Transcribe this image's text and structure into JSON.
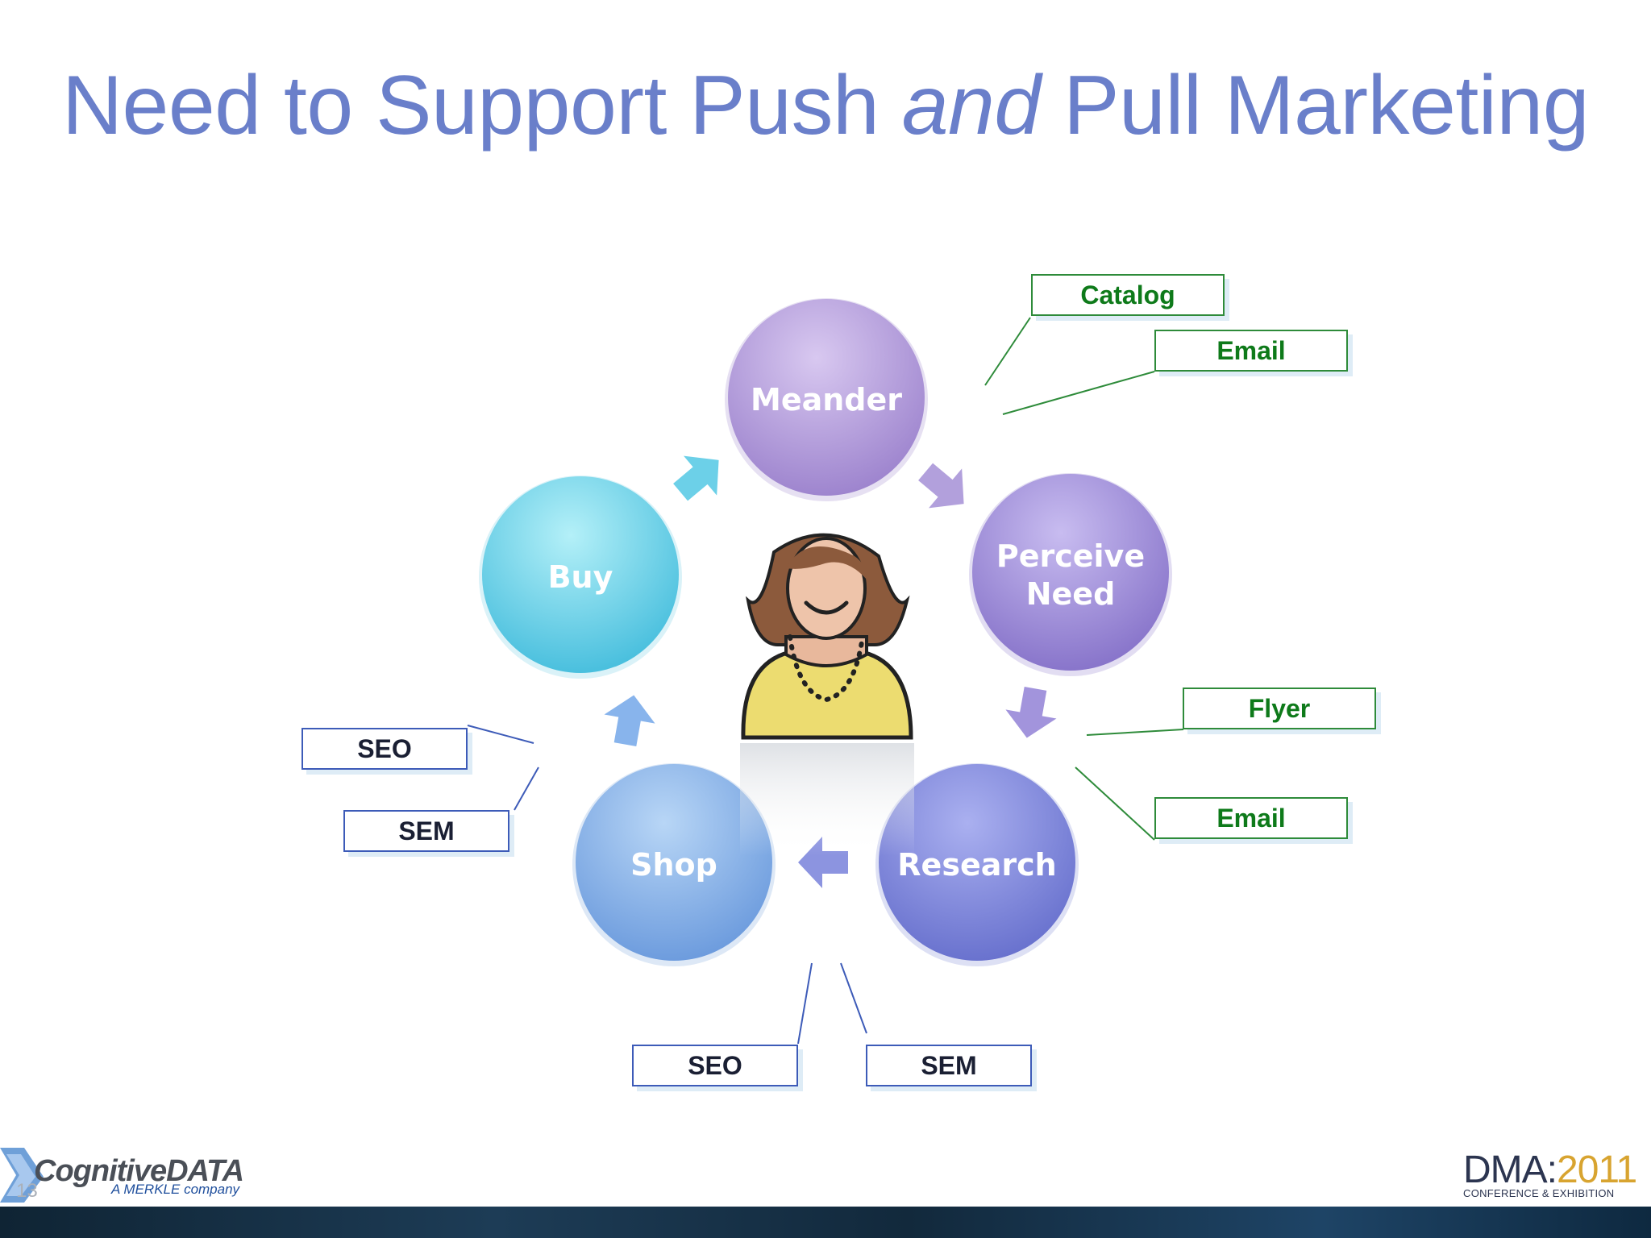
{
  "slide": {
    "title_before": "Need to Support Push ",
    "title_em": "and",
    "title_after": " Pull Marketing",
    "page_number": "13"
  },
  "cycle": {
    "stages": [
      {
        "id": "meander",
        "label": "Meander",
        "color_top": "#c8b4e6",
        "color_bottom": "#9f86cf"
      },
      {
        "id": "perceive-need",
        "label_line1": "Perceive",
        "label_line2": "Need",
        "color_top": "#b8a6e8",
        "color_bottom": "#8c76cc"
      },
      {
        "id": "research",
        "label": "Research",
        "color_top": "#9c9ce8",
        "color_bottom": "#6f76cf"
      },
      {
        "id": "shop",
        "label": "Shop",
        "color_top": "#a6c8f2",
        "color_bottom": "#6f9ce0"
      },
      {
        "id": "buy",
        "label": "Buy",
        "color_top": "#9ceaf5",
        "color_bottom": "#4ec6e0"
      }
    ]
  },
  "push_channels": {
    "catalog": "Catalog",
    "email_top": "Email",
    "flyer": "Flyer",
    "email_bottom": "Email",
    "color": "#0e7a1a"
  },
  "pull_channels": {
    "seo_left": "SEO",
    "sem_left": "SEM",
    "seo_bottom": "SEO",
    "sem_bottom": "SEM",
    "color": "#3d5bb8"
  },
  "footer": {
    "company": "CognitiveDATA",
    "company_sub": "A MERKLE company",
    "event_prefix": "DMA",
    "event_year": "2011",
    "event_sub": "CONFERENCE & EXHIBITION"
  }
}
